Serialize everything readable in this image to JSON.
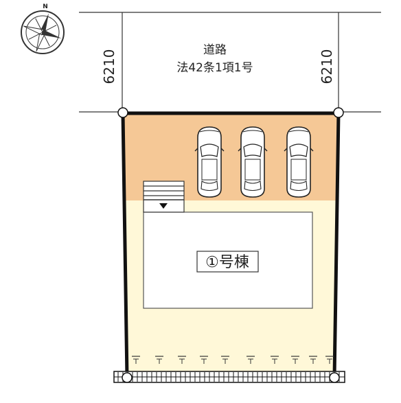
{
  "compass": {
    "north_label": "N"
  },
  "road": {
    "line1": "道路",
    "line2": "法42条1項1号",
    "width_left": "6210",
    "width_right": "6210"
  },
  "building": {
    "label": "①号棟"
  },
  "parking": {
    "car_count": 3
  },
  "colors": {
    "parking_area": "#f5c896",
    "yard_area": "#fff8d8",
    "building_fill": "#ffffff",
    "boundary": "#111111"
  }
}
